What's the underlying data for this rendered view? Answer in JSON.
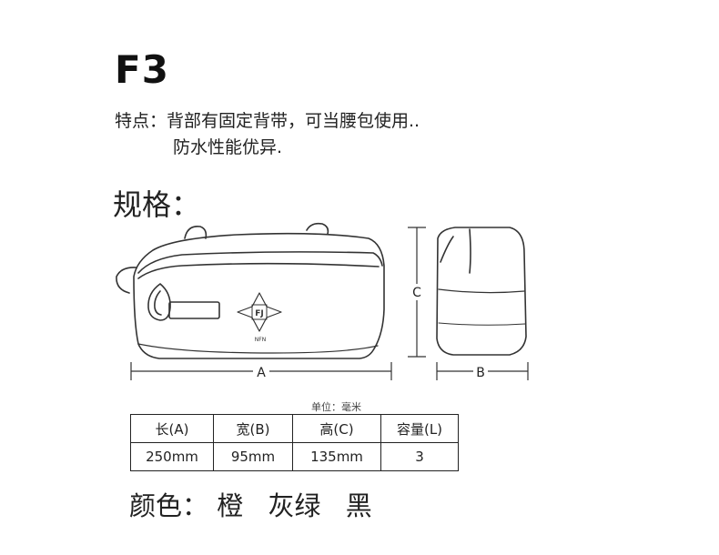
{
  "model": "F3",
  "features": {
    "line1": "特点：背部有固定背带，可当腰包使用..",
    "line2": "防水性能优异."
  },
  "spec_title": "规格：",
  "logo": {
    "mark": "FJ",
    "text": "NFN"
  },
  "dimension_labels": {
    "a": "A",
    "b": "B",
    "c": "C"
  },
  "unit": "单位：毫米",
  "table": {
    "headers": [
      "长(A)",
      "宽(B)",
      "高(C)",
      "容量(L)"
    ],
    "values": [
      "250mm",
      "95mm",
      "135mm",
      "3"
    ]
  },
  "colors": {
    "label": "颜色：",
    "items": [
      "橙",
      "灰绿",
      "黑"
    ]
  }
}
